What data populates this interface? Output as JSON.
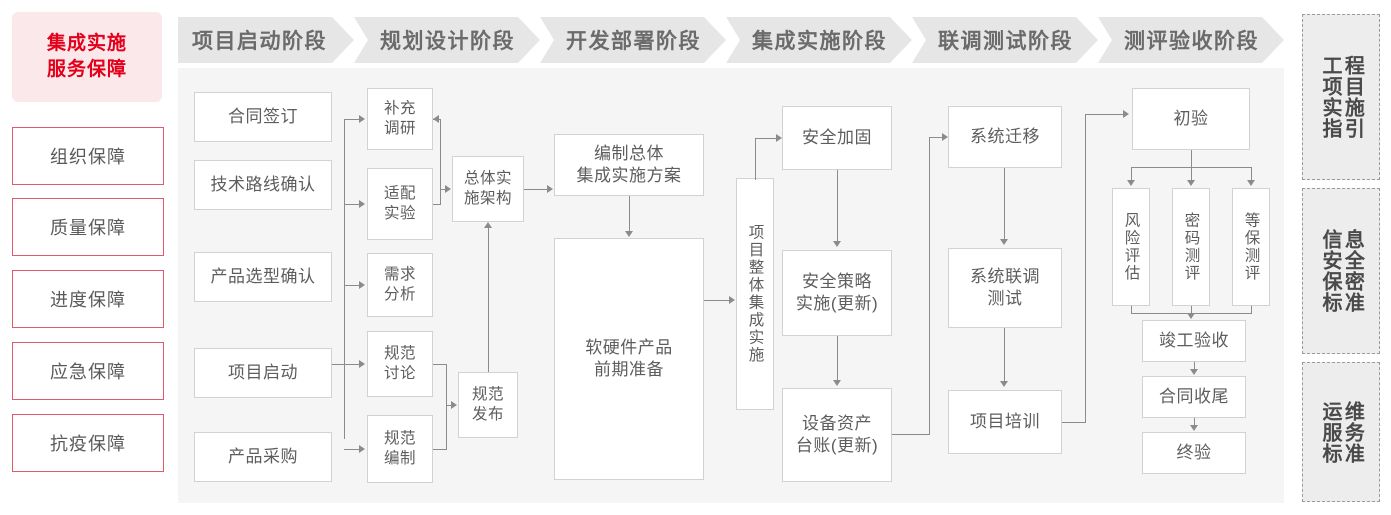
{
  "rail": {
    "hero": {
      "line1": "集成实施",
      "line2": "服务保障"
    },
    "items": [
      {
        "label": "组织保障"
      },
      {
        "label": "质量保障"
      },
      {
        "label": "进度保障"
      },
      {
        "label": "应急保障"
      },
      {
        "label": "抗疫保障"
      }
    ]
  },
  "phases": [
    {
      "title": "项目启动阶段"
    },
    {
      "title": "规划设计阶段"
    },
    {
      "title": "开发部署阶段"
    },
    {
      "title": "集成实施阶段"
    },
    {
      "title": "联调测试阶段"
    },
    {
      "title": "测评验收阶段"
    }
  ],
  "nodes": {
    "p1": [
      {
        "label": "合同签订"
      },
      {
        "label": "技术路线确认"
      },
      {
        "label": "产品选型确认"
      },
      {
        "label": "项目启动"
      },
      {
        "label": "产品采购"
      }
    ],
    "p2": [
      {
        "label": "补充\n调研"
      },
      {
        "label": "适配\n实验"
      },
      {
        "label": "需求\n分析"
      },
      {
        "label": "规范\n讨论"
      },
      {
        "label": "规范\n编制"
      },
      {
        "label": "总体实\n施架构"
      },
      {
        "label": "规范\n发布"
      }
    ],
    "p3": [
      {
        "label": "编制总体\n集成实施方案"
      },
      {
        "label": "软硬件产品\n前期准备"
      }
    ],
    "p4": [
      {
        "label": "项目整体集成实施"
      },
      {
        "label": "安全加固"
      },
      {
        "label": "安全策略\n实施(更新)"
      },
      {
        "label": "设备资产\n台账(更新)"
      }
    ],
    "p5": [
      {
        "label": "系统迁移"
      },
      {
        "label": "系统联调\n测试"
      },
      {
        "label": "项目培训"
      }
    ],
    "p6": [
      {
        "label": "初验"
      },
      {
        "label": "风险评估"
      },
      {
        "label": "密码测评"
      },
      {
        "label": "等保测评"
      },
      {
        "label": "竣工验收"
      },
      {
        "label": "合同收尾"
      },
      {
        "label": "终验"
      }
    ]
  },
  "standards": [
    {
      "right": "程目施引",
      "left": "工项实指",
      "full": "工程项目实施指引"
    },
    {
      "right": "息全密准",
      "left": "信安保标",
      "full": "信息安全密保标准"
    },
    {
      "right": "维务准",
      "left": "运服标",
      "full": "运维服务标准"
    }
  ],
  "colors": {
    "brand_red": "#e3001b",
    "rail_border": "#e05a6c",
    "hero_bg": "#fbe8eb",
    "header_bg": "#e6e6e6",
    "column_bg": "#f5f5f5",
    "node_border": "#d2d2d2",
    "connector": "#8b8b8b",
    "text": "#5d5d5d"
  }
}
